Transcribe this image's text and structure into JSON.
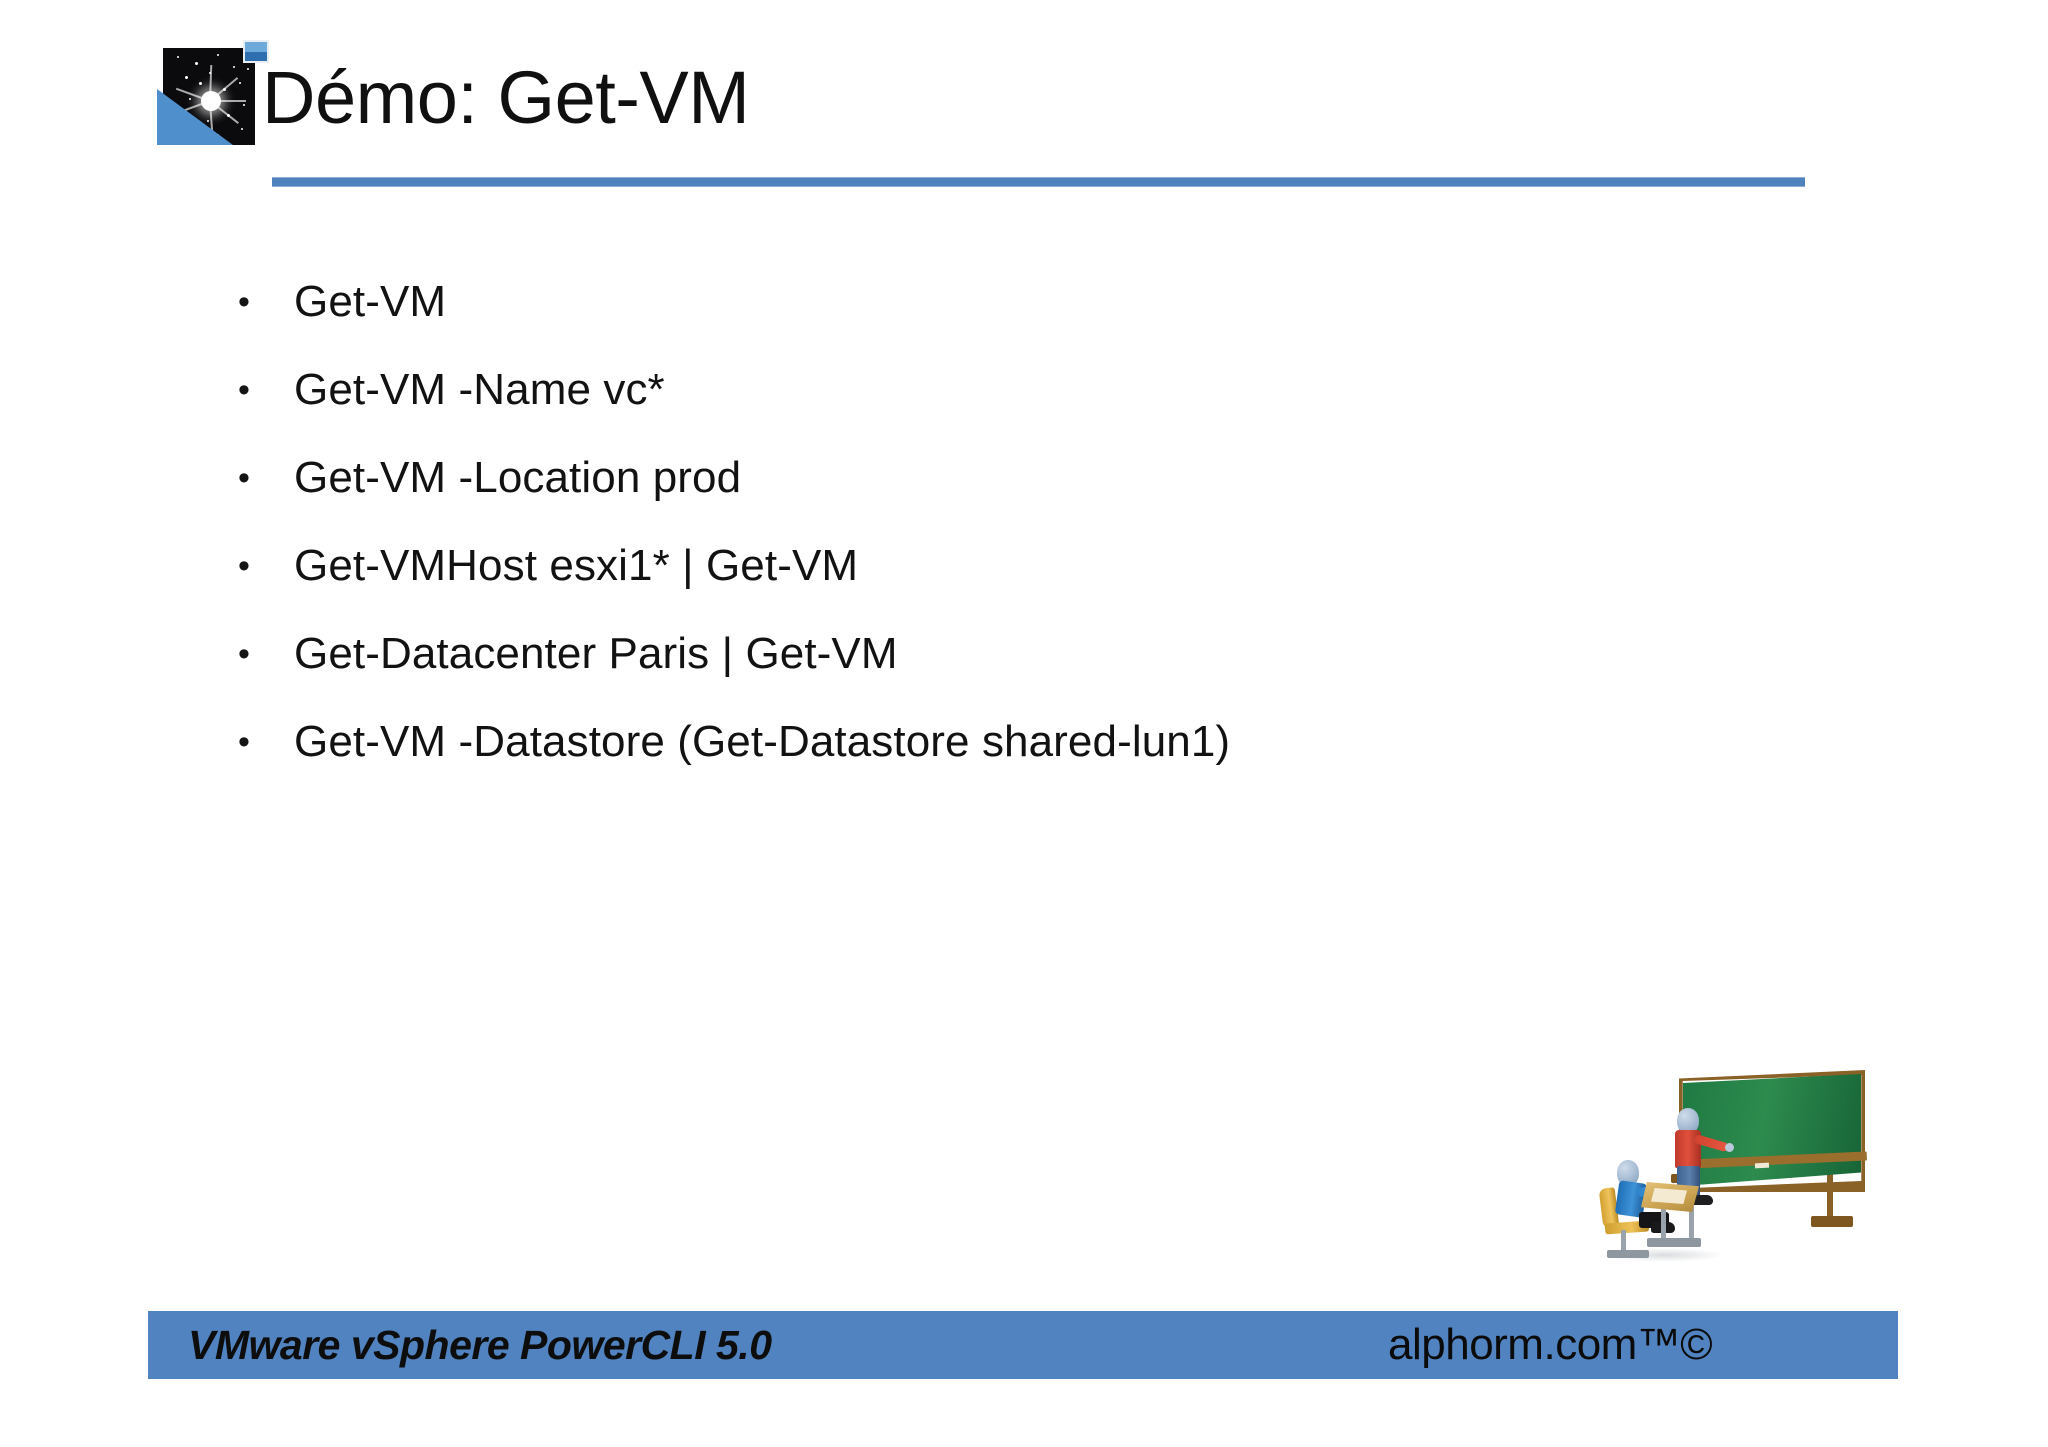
{
  "slide": {
    "title": "Démo: Get-VM",
    "logo_name": "alphorm-star-logo",
    "accent_color": "#4f81bd",
    "footer_bar_color": "#5083c0"
  },
  "bullets": {
    "marker": "•",
    "items": [
      {
        "text": "Get-VM"
      },
      {
        "text": "Get-VM -Name vc*"
      },
      {
        "text": "Get-VM -Location prod"
      },
      {
        "text": "Get-VMHost esxi1* | Get-VM"
      },
      {
        "text": "Get-Datacenter Paris | Get-VM"
      },
      {
        "text": "Get-VM -Datastore (Get-Datastore shared-lun1)"
      }
    ]
  },
  "illustration": {
    "name": "classroom-teacher-student-chalkboard",
    "board_color": "#2d8b4e",
    "frame_color": "#8a6126",
    "teacher_shirt_color": "#d2432f",
    "student_shirt_color": "#3e92d8",
    "chair_color": "#efc45c"
  },
  "footer": {
    "left_text": "VMware vSphere PowerCLI 5.0",
    "right_text": "alphorm.com™©"
  }
}
